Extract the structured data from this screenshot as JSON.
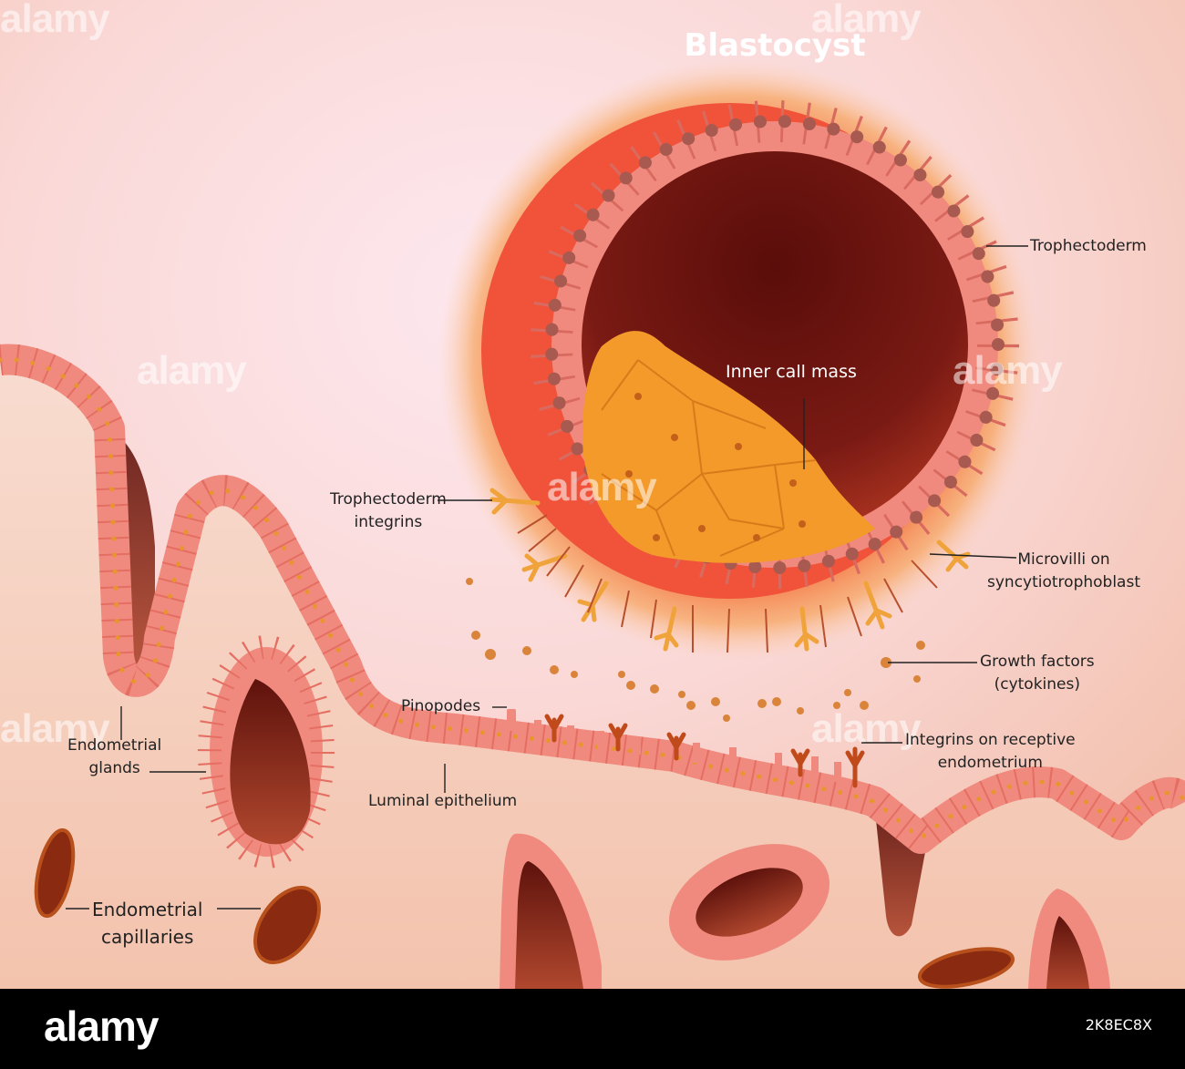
{
  "title": "Blastocyst",
  "labels": {
    "trophectoderm": "Trophectoderm",
    "inner_cell_mass": "Inner call mass",
    "trophectoderm_integrins": [
      "Trophectoderm",
      "integrins"
    ],
    "microvilli": [
      "Microvilli on",
      "syncytiotrophoblast"
    ],
    "growth_factors": [
      "Growth factors",
      "(cytokines)"
    ],
    "pinopodes": "Pinopodes",
    "integrins_receptive": [
      "Integrins on receptive",
      "endometrium"
    ],
    "endometrial_glands": [
      "Endometrial",
      "glands"
    ],
    "luminal_epithelium": "Luminal epithelium",
    "endometrial_capillaries": [
      "Endometrial",
      "capillaries"
    ]
  },
  "watermark": "alamy",
  "footer": {
    "logo": "alamy",
    "image_id": "2K8EC8X"
  },
  "colors": {
    "background": "#f7d3c6",
    "epithelium": "#f08a7e",
    "cavity": "#6e1410",
    "inner_mass": "#f39a2a",
    "halo": "#f2762f"
  }
}
